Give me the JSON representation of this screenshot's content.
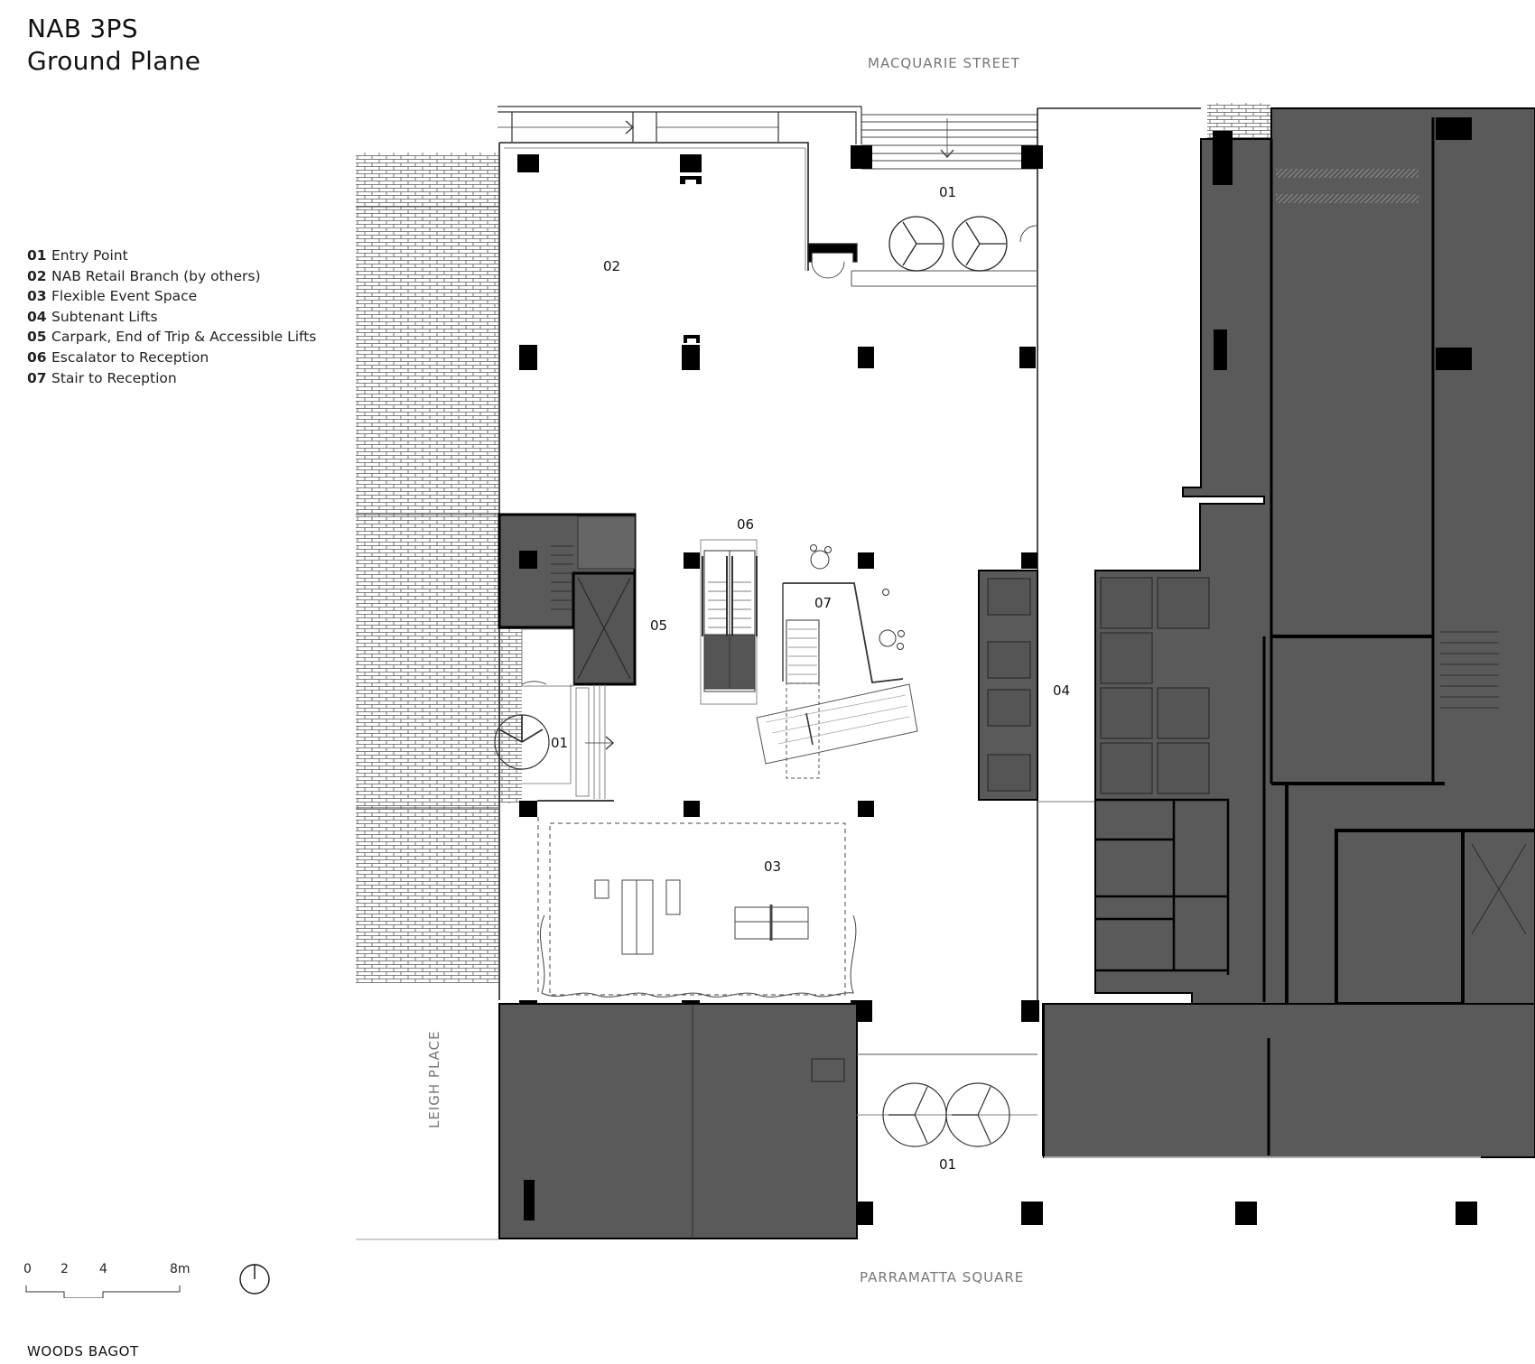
{
  "title": {
    "line1": "NAB 3PS",
    "line2": "Ground Plane"
  },
  "legend": [
    {
      "num": "01",
      "label": "Entry Point"
    },
    {
      "num": "02",
      "label": "NAB Retail Branch (by others)"
    },
    {
      "num": "03",
      "label": "Flexible Event Space"
    },
    {
      "num": "04",
      "label": "Subtenant Lifts"
    },
    {
      "num": "05",
      "label": "Carpark, End of Trip & Accessible Lifts"
    },
    {
      "num": "06",
      "label": "Escalator to Reception"
    },
    {
      "num": "07",
      "label": "Stair to Reception"
    }
  ],
  "streets": {
    "top": "MACQUARIE STREET",
    "bottom": "PARRAMATTA SQUARE",
    "left": "LEIGH PLACE"
  },
  "plan_labels": {
    "entry_north": "01",
    "retail": "02",
    "event_space": "03",
    "subtenant_lifts": "04",
    "carpark_lifts": "05",
    "escalator": "06",
    "stair": "07",
    "entry_west": "01",
    "entry_south": "01"
  },
  "scale_bar": {
    "ticks": [
      "0",
      "2",
      "4",
      "8m"
    ]
  },
  "north_arrow": "north-arrow-icon",
  "brand": "WOODS BAGOT",
  "colors": {
    "service_fill": "#5a5a5a",
    "column_fill": "#000000",
    "street_text": "#777777",
    "line": "#222222"
  }
}
